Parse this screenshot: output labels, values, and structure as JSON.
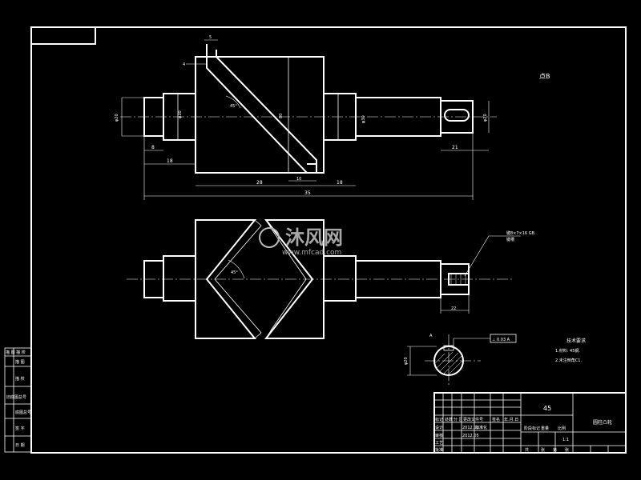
{
  "watermark": {
    "brand": "沐风网",
    "url": "www.mfcad.com"
  },
  "front_view": {
    "note": "点B",
    "dims": {
      "bottom_total": "35",
      "body_width": "28",
      "right_shaft": "21",
      "left_step": "18",
      "left_tip": "8",
      "right_step": "18",
      "slot_bottom": "10",
      "body_height": "80",
      "left_diameter": "φ20",
      "right_diameter": "φ20",
      "shaft_dia_1": "φ30",
      "shaft_dia_2": "φ30",
      "top_slot": "5",
      "top_slot_2": "4",
      "angle": "45°"
    }
  },
  "top_view": {
    "angle": "45°",
    "keyway_note_1": "键8×7×16 GB",
    "keyway_note_2": "键槽",
    "keyway_dim": "22"
  },
  "section": {
    "tolerance": "⊥ 0.03 A",
    "datum": "A",
    "diameter": "φ20"
  },
  "tech_req": {
    "title": "技术要求",
    "item1": "1.材料: 45钢.",
    "item2": "2.未注倒角C1."
  },
  "side_table": {
    "rows": [
      "描 图 描 校",
      "描 图",
      "描 校",
      "旧底图总号",
      "底图总号",
      "签 字",
      "日 期"
    ]
  },
  "title_block": {
    "material": "45",
    "part_name": "圆柱凸轮",
    "header": [
      "标记",
      "处数",
      "分 区",
      "更改文件号",
      "签名",
      "年.月.日"
    ],
    "row_design": "设计",
    "row_check": "审核",
    "row_process": "工艺",
    "row_approve": "批准",
    "date1": "2012.03",
    "date2": "2012.05",
    "sign1": "标准化",
    "stage": "阶段标记",
    "weight": "重量",
    "scale": "比例",
    "scale_value": "1:1",
    "sheet_total": "共",
    "sheet_num": "张",
    "sheet_of": "第",
    "sheet_page": "张"
  }
}
